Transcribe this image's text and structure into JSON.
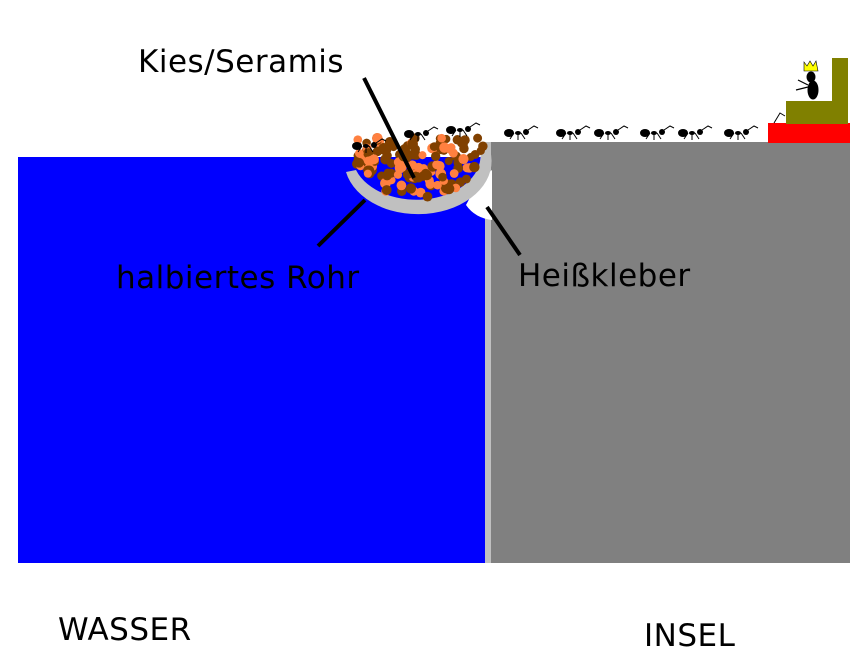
{
  "labels": {
    "gravel": "Kies/Seramis",
    "pipe": "halbiertes Rohr",
    "glue": "Heißkleber",
    "water": "WASSER",
    "island": "INSEL"
  },
  "colors": {
    "water": "#0000ff",
    "island": "#808080",
    "pipe": "#c0c0c0",
    "gravel_dark": "#804000",
    "gravel_light": "#ff8040",
    "throne": "#808000",
    "base": "#ff0000",
    "crown": "#ffff00"
  }
}
